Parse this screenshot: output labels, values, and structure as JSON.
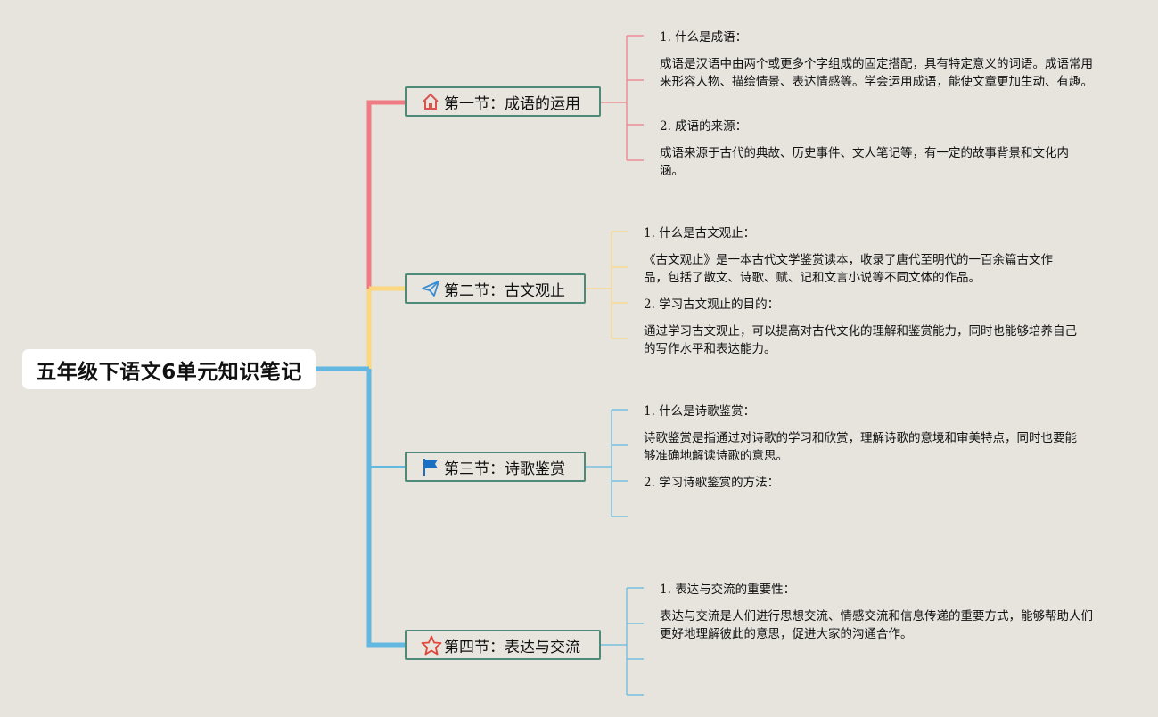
{
  "root": {
    "title": "五年级下语文6单元知识笔记"
  },
  "colors": {
    "branch1": "#f07b84",
    "branch2": "#fbd77f",
    "branch3": "#62b8e0",
    "branch4": "#62b8e0",
    "background": "#e7e4de",
    "branch_border": "#4e8a78"
  },
  "branches": [
    {
      "label": "第一节：成语的运用",
      "icon": "home-icon",
      "items": [
        "1. 什么是成语：",
        "成语是汉语中由两个或更多个字组成的固定搭配，具有特定意义的词语。成语常用来形容人物、描绘情景、表达情感等。学会运用成语，能使文章更加生动、有趣。",
        "2. 成语的来源：",
        "成语来源于古代的典故、历史事件、文人笔记等，有一定的故事背景和文化内涵。"
      ]
    },
    {
      "label": "第二节：古文观止",
      "icon": "paper-plane-icon",
      "items": [
        "1. 什么是古文观止：",
        "《古文观止》是一本古代文学鉴赏读本，收录了唐代至明代的一百余篇古文作品，包括了散文、诗歌、赋、记和文言小说等不同文体的作品。",
        "2. 学习古文观止的目的：",
        "通过学习古文观止，可以提高对古代文化的理解和鉴赏能力，同时也能够培养自己的写作水平和表达能力。"
      ]
    },
    {
      "label": "第三节：诗歌鉴赏",
      "icon": "flag-icon",
      "items": [
        "1. 什么是诗歌鉴赏：",
        "诗歌鉴赏是指通过对诗歌的学习和欣赏，理解诗歌的意境和审美特点，同时也要能够准确地解读诗歌的意思。",
        "2. 学习诗歌鉴赏的方法：",
        ""
      ]
    },
    {
      "label": "第四节：表达与交流",
      "icon": "star-icon",
      "items": [
        "1. 表达与交流的重要性：",
        "表达与交流是人们进行思想交流、情感交流和信息传递的重要方式，能够帮助人们更好地理解彼此的意思，促进大家的沟通合作。",
        "",
        ""
      ]
    }
  ]
}
